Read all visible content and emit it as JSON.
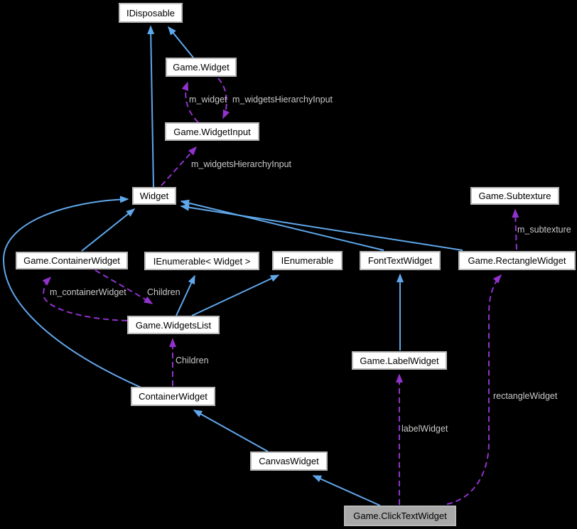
{
  "diagram": {
    "highlighted_node": "Game.ClickTextWidget",
    "nodes": {
      "idisposable": "IDisposable",
      "game_widget": "Game.Widget",
      "game_widget_input": "Game.WidgetInput",
      "widget": "Widget",
      "game_subtexture": "Game.Subtexture",
      "game_container_widget": "Game.ContainerWidget",
      "ienumerable_widget": "IEnumerable< Widget >",
      "ienumerable": "IEnumerable",
      "font_text_widget": "FontTextWidget",
      "game_rectangle_widget": "Game.RectangleWidget",
      "game_widgets_list": "Game.WidgetsList",
      "game_label_widget": "Game.LabelWidget",
      "container_widget": "ContainerWidget",
      "canvas_widget": "CanvasWidget",
      "game_click_text_widget": "Game.ClickTextWidget"
    },
    "edge_labels": {
      "m_widget": "m_widget",
      "m_widgets_hierarchy_input_top": "m_widgetsHierarchyInput",
      "m_widgets_hierarchy_input_mid": "m_widgetsHierarchyInput",
      "m_subtexture": "m_subtexture",
      "m_container_widget": "m_containerWidget",
      "children_top": "Children",
      "children_bottom": "Children",
      "label_widget": "labelWidget",
      "rectangle_widget": "rectangleWidget"
    },
    "colors": {
      "background": "#000000",
      "node_fill": "#ffffff",
      "node_border": "#b9b9b9",
      "node_text": "#000000",
      "highlight_fill": "#a8a8a8",
      "inheritance_edge": "#5fa8ec",
      "usage_edge": "#9232cc",
      "edge_label_text": "#c9c9c9"
    }
  }
}
